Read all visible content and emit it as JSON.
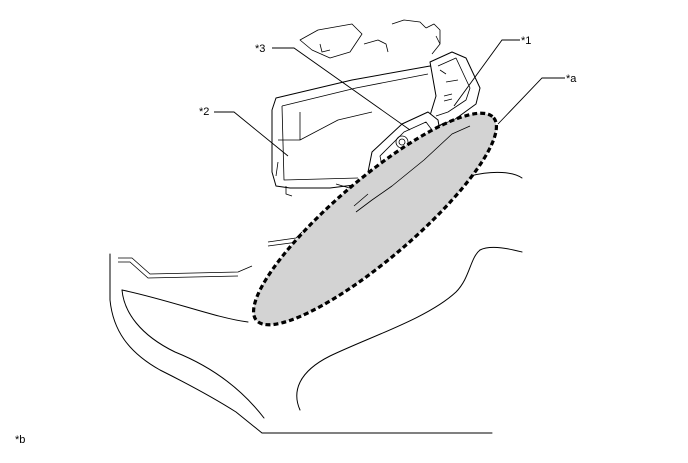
{
  "callouts": {
    "c1": "*1",
    "c2": "*2",
    "c3": "*3",
    "ca": "*a",
    "cb": "*b"
  },
  "colors": {
    "line": "#000000",
    "highlight_fill": "#d3d3d3",
    "background": "#ffffff"
  }
}
